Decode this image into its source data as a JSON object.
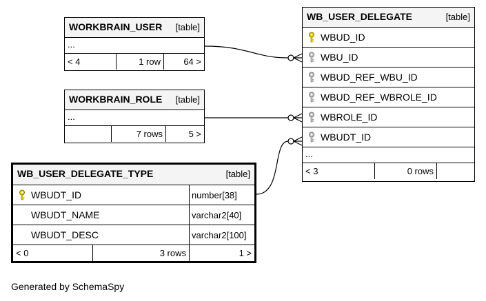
{
  "tables": {
    "workbrain_user": {
      "name": "WORKBRAIN_USER",
      "kind": "[table]",
      "ellipsis": "...",
      "foot": [
        "< 4",
        "1 row",
        "64 >"
      ]
    },
    "workbrain_role": {
      "name": "WORKBRAIN_ROLE",
      "kind": "[table]",
      "ellipsis": "...",
      "foot": [
        "",
        "7 rows",
        "5 >"
      ]
    },
    "wb_user_delegate_type": {
      "name": "WB_USER_DELEGATE_TYPE",
      "kind": "[table]",
      "columns": [
        {
          "name": "WBUDT_ID",
          "type": "number[38]",
          "key": "primary"
        },
        {
          "name": "WBUDT_NAME",
          "type": "varchar2[40]",
          "key": "none"
        },
        {
          "name": "WBUDT_DESC",
          "type": "varchar2[100]",
          "key": "none"
        }
      ],
      "foot": [
        "< 0",
        "3 rows",
        "1 >"
      ]
    },
    "wb_user_delegate": {
      "name": "WB_USER_DELEGATE",
      "kind": "[table]",
      "columns": [
        {
          "name": "WBUD_ID",
          "key": "primary"
        },
        {
          "name": "WBU_ID",
          "key": "foreign"
        },
        {
          "name": "WBUD_REF_WBU_ID",
          "key": "foreign"
        },
        {
          "name": "WBUD_REF_WBROLE_ID",
          "key": "foreign"
        },
        {
          "name": "WBROLE_ID",
          "key": "foreign"
        },
        {
          "name": "WBUDT_ID",
          "key": "foreign"
        }
      ],
      "ellipsis": "...",
      "foot": [
        "< 3",
        "0 rows",
        ""
      ]
    }
  },
  "colors": {
    "primary_key": "#e6d200",
    "foreign_key": "#a8a8a8",
    "header_bg": "#f4f4f4"
  },
  "caption": "Generated by SchemaSpy"
}
